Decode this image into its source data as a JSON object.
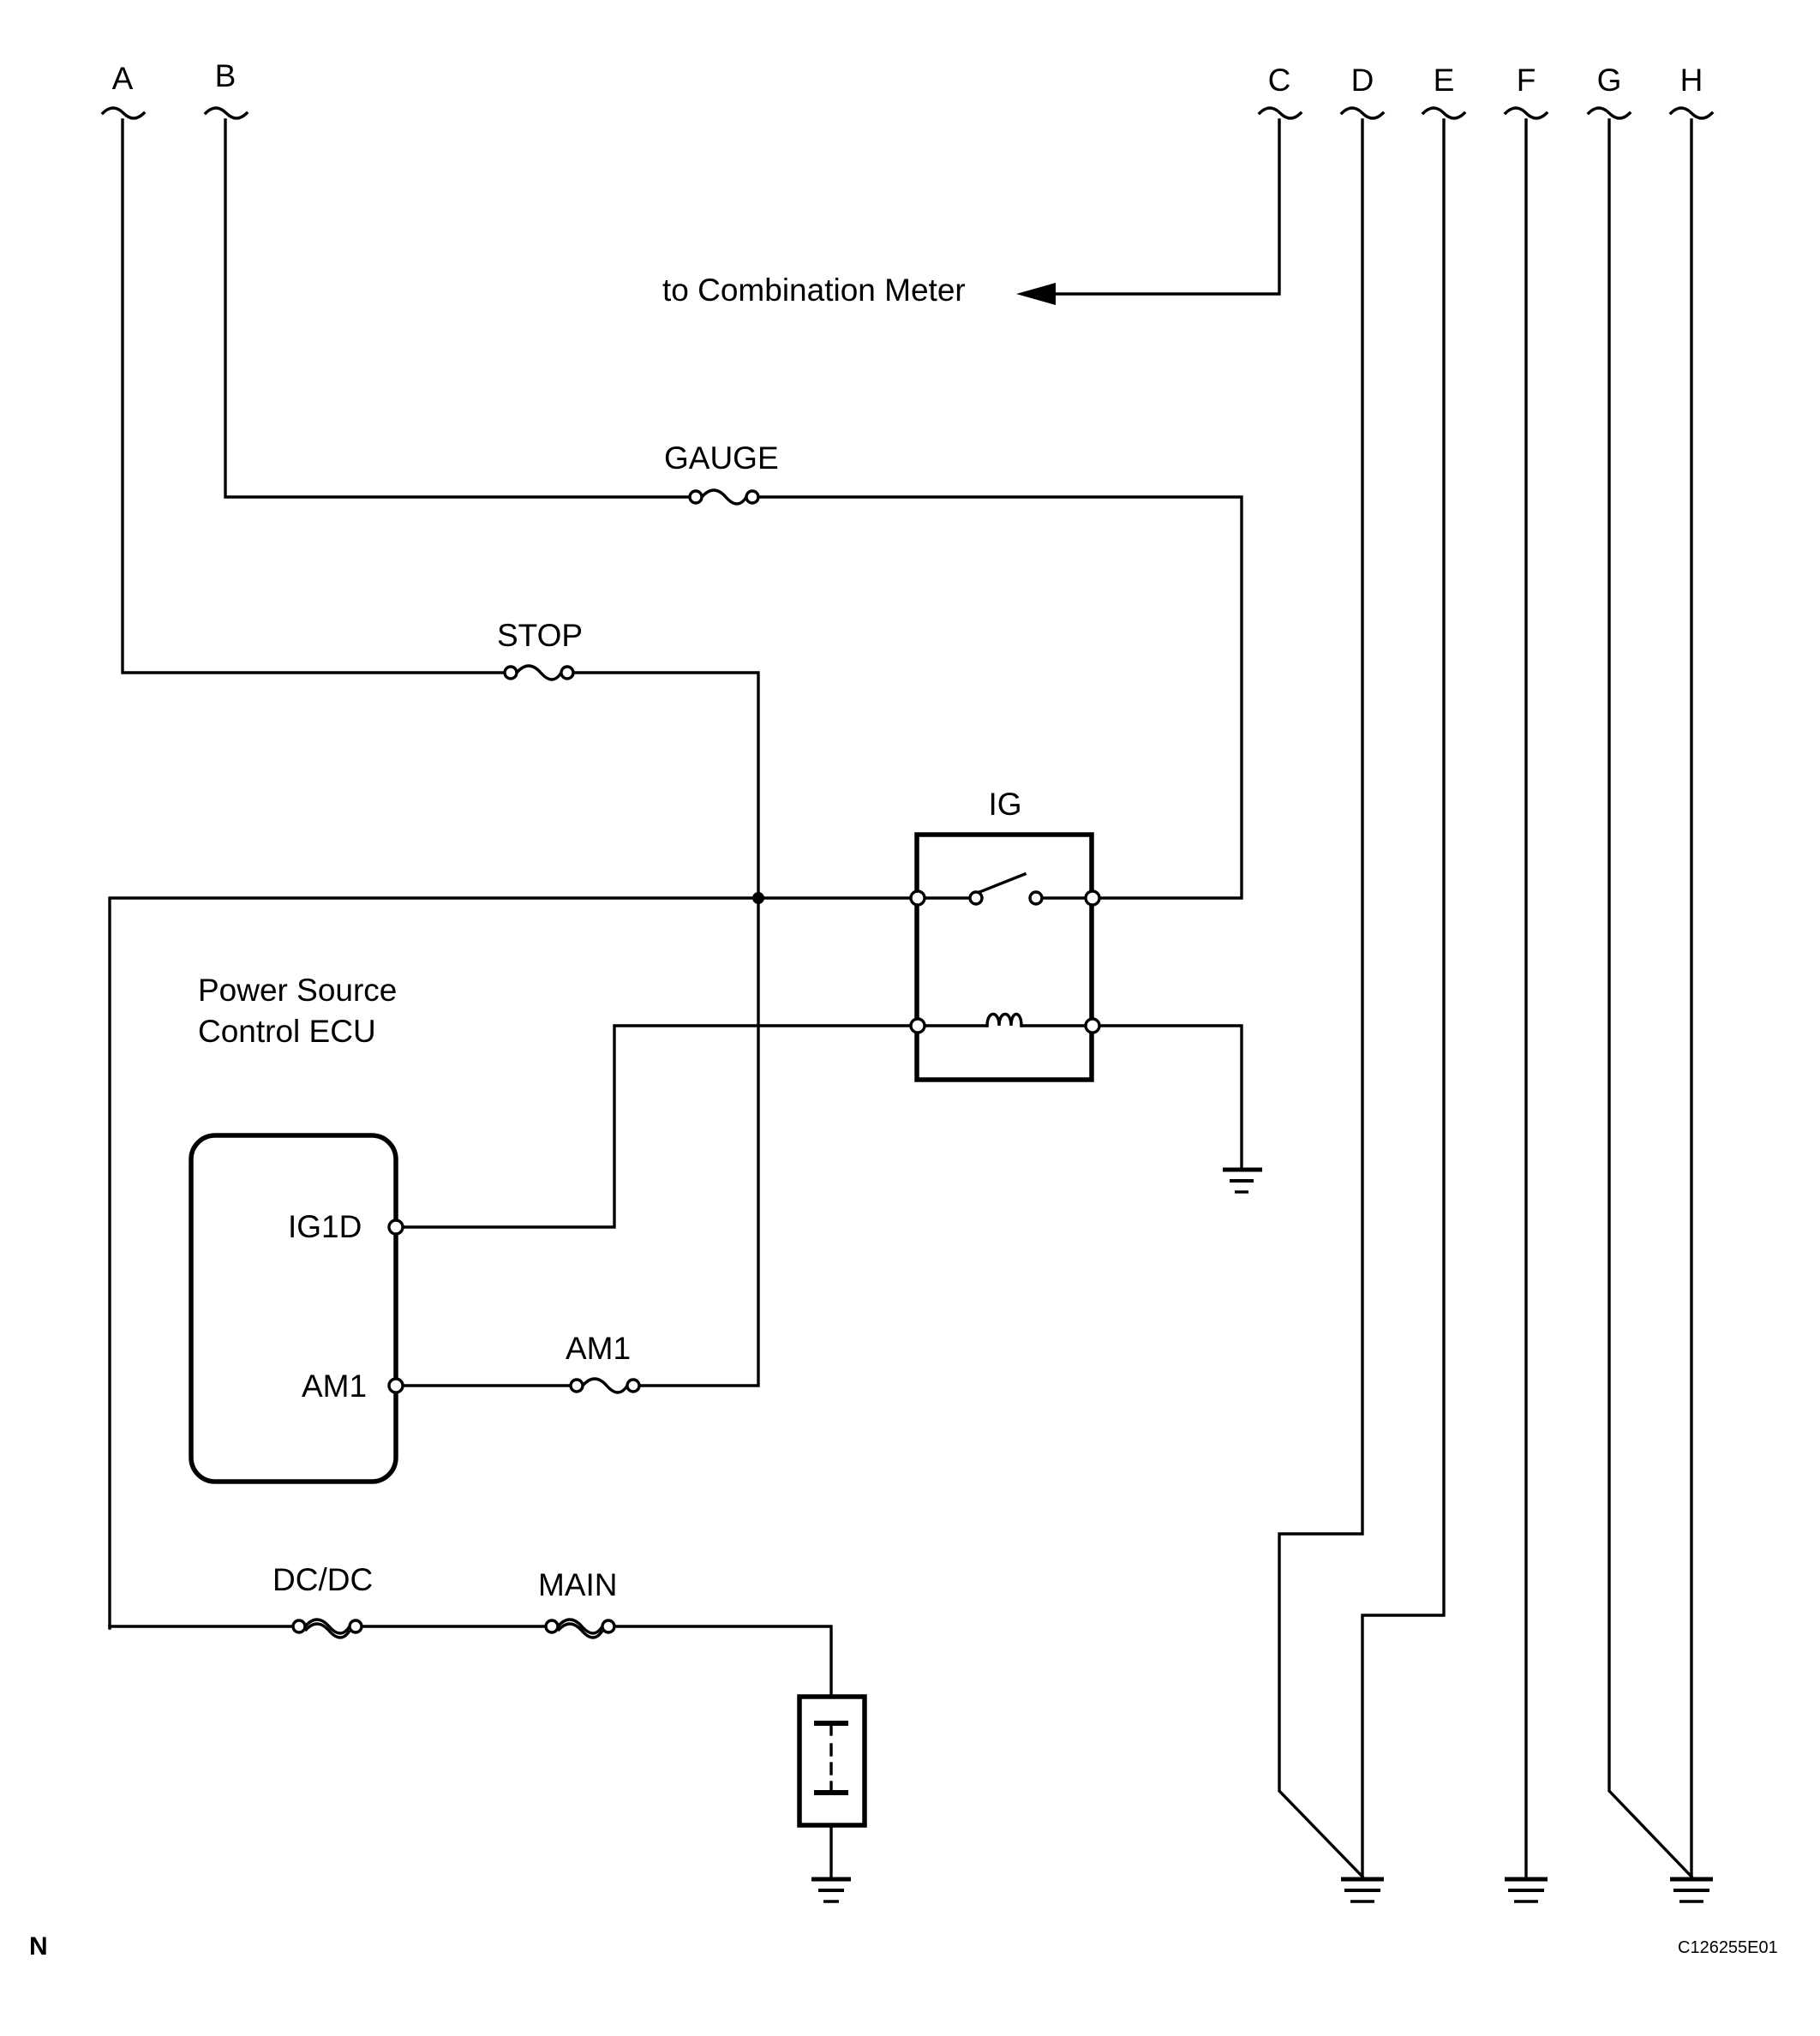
{
  "diagram": {
    "connectors": [
      "A",
      "B",
      "C",
      "D",
      "E",
      "F",
      "G",
      "H"
    ],
    "arrow_label": "to Combination Meter",
    "fuses": {
      "gauge": "GAUGE",
      "stop": "STOP",
      "am1": "AM1",
      "dcdc": "DC/DC",
      "main": "MAIN"
    },
    "relay": {
      "label": "IG"
    },
    "ecu": {
      "label_line1": "Power Source",
      "label_line2": "Control ECU",
      "pin_ig1d": "IG1D",
      "pin_am1": "AM1"
    },
    "corner_left": "N",
    "figure_code": "C126255E01"
  }
}
